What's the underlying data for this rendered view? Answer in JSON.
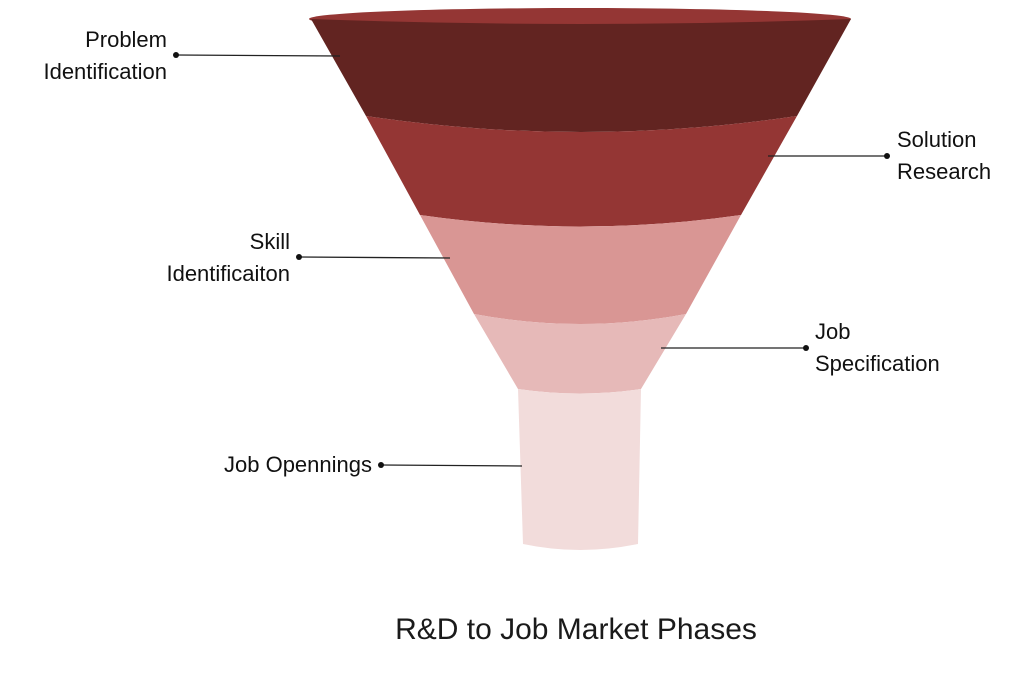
{
  "diagram": {
    "title": "R&D to Job Market Phases",
    "stages": [
      {
        "label_lines": [
          "Problem",
          "Identification"
        ],
        "color": "#622421"
      },
      {
        "label_lines": [
          "Solution",
          "Research"
        ],
        "color": "#943634"
      },
      {
        "label_lines": [
          "Skill",
          "Identificaiton"
        ],
        "color": "#D99694"
      },
      {
        "label_lines": [
          "Job",
          "Specification"
        ],
        "color": "#E6B9B8"
      },
      {
        "label_lines": [
          "Job Opennings"
        ],
        "color": "#F2DCDB"
      }
    ],
    "funnel_top_color": "#943634",
    "connector_color": "#222222"
  }
}
